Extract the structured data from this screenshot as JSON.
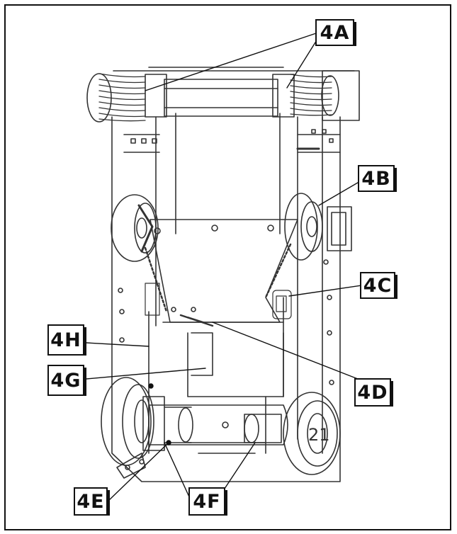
{
  "callouts": {
    "c4a": "4A",
    "c4b": "4B",
    "c4c": "4C",
    "c4d": "4D",
    "c4e": "4E",
    "c4f": "4F",
    "c4g": "4G",
    "c4h": "4H"
  },
  "colors": {
    "line": "#333333",
    "label": "#111111",
    "background": "#ffffff"
  }
}
